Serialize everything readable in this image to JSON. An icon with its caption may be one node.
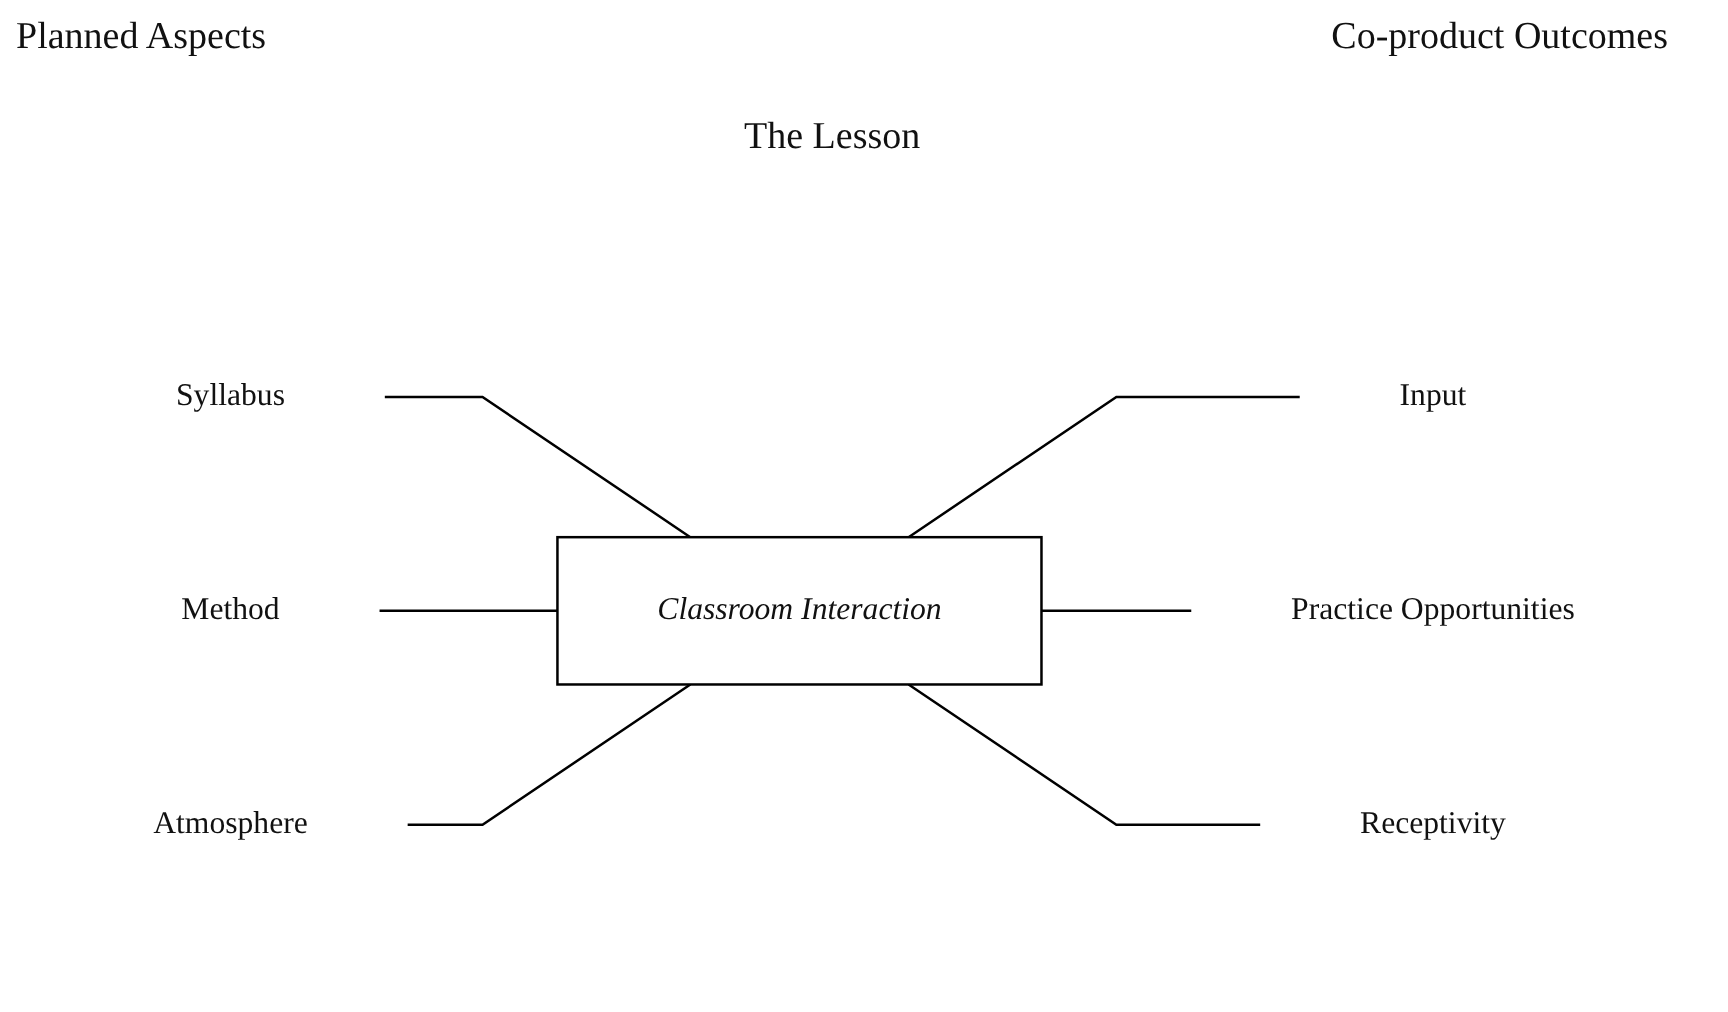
{
  "diagram": {
    "nodes": [
      {
        "text": [
          "Syllabus"
        ]
      },
      {
        "text": [
          "Input"
        ]
      },
      {
        "text": [
          "Classroom Interaction"
        ]
      },
      {
        "text": [
          "Method"
        ]
      },
      {
        "text": [
          "Practice Opportunities"
        ]
      },
      {
        "text": [
          "Atmosphere"
        ]
      },
      {
        "text": [
          "Receptivity"
        ]
      }
    ],
    "edges": [
      {
        "from": 0,
        "to": 2,
        "arrow": "none"
      },
      {
        "from": 2,
        "to": 1,
        "arrow": "none"
      },
      {
        "from": 3,
        "to": 2,
        "arrow": "none"
      },
      {
        "from": 2,
        "to": 4,
        "arrow": "none"
      },
      {
        "from": 5,
        "to": 2,
        "arrow": "none"
      },
      {
        "from": 2,
        "to": 6,
        "arrow": "none"
      }
    ],
    "labels": [
      "Planned Aspects",
      "Co-product Outcomes",
      "The Lesson"
    ]
  }
}
